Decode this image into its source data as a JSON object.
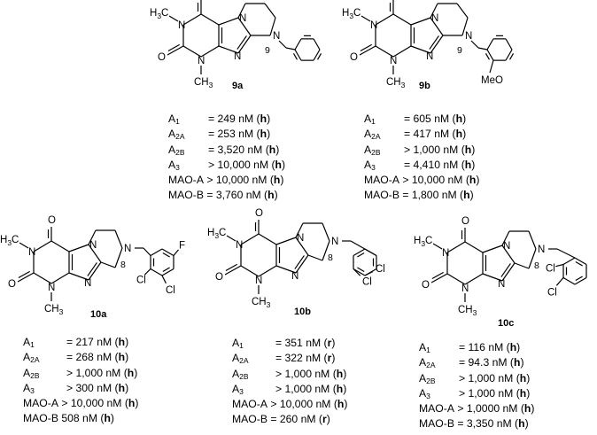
{
  "compounds": [
    {
      "id": "9a",
      "ring_number": "9",
      "substituents": [],
      "rows": [
        {
          "sym": "A",
          "sub": "1",
          "text": "= 249 nM (",
          "unit": "h"
        },
        {
          "sym": "A",
          "sub": "2A",
          "text": "= 253 nM (",
          "unit": "h"
        },
        {
          "sym": "A",
          "sub": "2B",
          "text": "= 3,520 nM (",
          "unit": "h"
        },
        {
          "sym": "A",
          "sub": "3",
          "text": "> 10,000 nM (",
          "unit": "h"
        },
        {
          "sym": "MAO-A",
          "sub": "",
          "text": "> 10,000 nM (",
          "unit": "h"
        },
        {
          "sym": "MAO-B",
          "sub": "",
          "text": "= 3,760 nM (",
          "unit": "h"
        }
      ]
    },
    {
      "id": "9b",
      "ring_number": "9",
      "substituents": [
        "MeO"
      ],
      "rows": [
        {
          "sym": "A",
          "sub": "1",
          "text": "= 605 nM (",
          "unit": "h"
        },
        {
          "sym": "A",
          "sub": "2A",
          "text": "= 417 nM (",
          "unit": "h"
        },
        {
          "sym": "A",
          "sub": "2B",
          "text": "> 1,000 nM (",
          "unit": "h"
        },
        {
          "sym": "A",
          "sub": "3",
          "text": "= 4,410 nM (",
          "unit": "h"
        },
        {
          "sym": "MAO-A",
          "sub": "",
          "text": "> 10,000 nM (",
          "unit": "h"
        },
        {
          "sym": "MAO-B",
          "sub": "",
          "text": "= 1,800 nM (",
          "unit": "h"
        }
      ]
    },
    {
      "id": "10a",
      "ring_number": "8",
      "substituents": [
        "F",
        "Cl",
        "Cl"
      ],
      "rows": [
        {
          "sym": "A",
          "sub": "1",
          "text": "= 217 nM (",
          "unit": "h"
        },
        {
          "sym": "A",
          "sub": "2A",
          "text": "= 268 nM (",
          "unit": "h"
        },
        {
          "sym": "A",
          "sub": "2B",
          "text": "> 1,000 nM (",
          "unit": "h"
        },
        {
          "sym": "A",
          "sub": "3",
          "text": "> 300 nM (",
          "unit": "h"
        },
        {
          "sym": "MAO-A",
          "sub": "",
          "text": "> 10,000 nM (",
          "unit": "h"
        },
        {
          "sym": "MAO-B",
          "sub": "",
          "text": "508 nM (",
          "unit": "h"
        }
      ]
    },
    {
      "id": "10b",
      "ring_number": "8",
      "substituents": [
        "Cl",
        "Cl"
      ],
      "rows": [
        {
          "sym": "A",
          "sub": "1",
          "text": "= 351 nM (",
          "unit": "r"
        },
        {
          "sym": "A",
          "sub": "2A",
          "text": "= 322 nM (",
          "unit": "r"
        },
        {
          "sym": "A",
          "sub": "2B",
          "text": "> 1,000 nM (",
          "unit": "h"
        },
        {
          "sym": "A",
          "sub": "3",
          "text": "> 1,000 nM (",
          "unit": "h"
        },
        {
          "sym": "MAO-A",
          "sub": "",
          "text": "> 10,000 nM (",
          "unit": "h"
        },
        {
          "sym": "MAO-B",
          "sub": "",
          "text": "= 260 nM (",
          "unit": "r"
        }
      ]
    },
    {
      "id": "10c",
      "ring_number": "8",
      "substituents": [
        "Cl",
        "Cl"
      ],
      "rows": [
        {
          "sym": "A",
          "sub": "1",
          "text": "= 116 nM (",
          "unit": "h"
        },
        {
          "sym": "A",
          "sub": "2A",
          "text": "= 94.3 nM (",
          "unit": "h"
        },
        {
          "sym": "A",
          "sub": "2B",
          "text": "> 1,000 nM (",
          "unit": "h"
        },
        {
          "sym": "A",
          "sub": "3",
          "text": "> 1,000 nM (",
          "unit": "h"
        },
        {
          "sym": "MAO-A",
          "sub": "",
          "text": "> 1,0000 nM (",
          "unit": "h"
        },
        {
          "sym": "MAO-B",
          "sub": "",
          "text": "= 3,350 nM (",
          "unit": "h"
        }
      ]
    }
  ],
  "atoms": {
    "oxygen": "O",
    "nitrogen": "N",
    "methyl_left": "H3C",
    "methyl_top": "CH3"
  }
}
